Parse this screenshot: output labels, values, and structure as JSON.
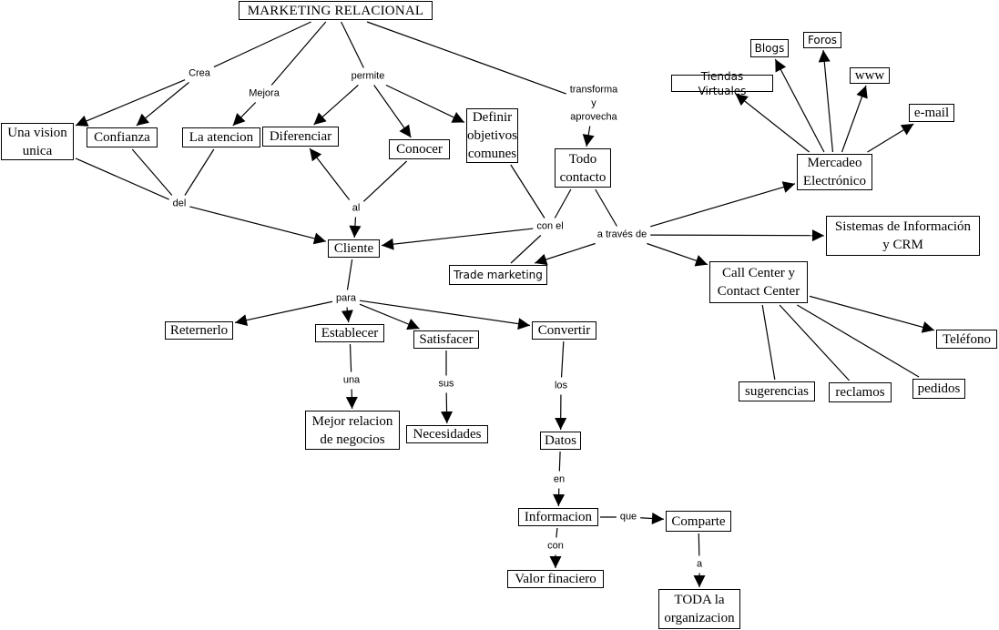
{
  "diagram": {
    "title": "MARKETING RELACIONAL",
    "nodes": {
      "marketing": "MARKETING RELACIONAL",
      "vision": "Una vision\nunica",
      "confianza": "Confianza",
      "atencion": "La atencion",
      "diferenciar": "Diferenciar",
      "conocer": "Conocer",
      "definir": "Definir\nobjetivos\ncomunes",
      "todo": "Todo\ncontacto",
      "cliente": "Cliente",
      "trade": "Trade marketing",
      "mercadeo": "Mercadeo\nElectrónico",
      "tiendas": "Tiendas Virtuales",
      "blogs": "Blogs",
      "foros": "Foros",
      "www": "www",
      "email": "e-mail",
      "sistemas": "Sistemas de Información\ny CRM",
      "callcenter": "Call Center y\nContact Center",
      "telefono": "Teléfono",
      "sugerencias": "sugerencias",
      "reclamos": "reclamos",
      "pedidos": "pedidos",
      "reternerlo": "Reternerlo",
      "establecer": "Establecer",
      "satisfacer": "Satisfacer",
      "convertir": "Convertir",
      "mejor": "Mejor relacion\nde negocios",
      "necesidades": "Necesidades",
      "datos": "Datos",
      "informacion": "Informacion",
      "comparte": "Comparte",
      "valor": "Valor finaciero",
      "toda": "TODA la\norganizacion"
    },
    "linking_phrases": {
      "crea": "Crea",
      "mejora": "Mejora",
      "permite": "permite",
      "transforma": "transforma\ny\naprovecha",
      "del": "del",
      "al": "al",
      "conel": "con el",
      "atraves": "a través de",
      "para": "para",
      "una": "una",
      "sus": "sus",
      "los": "los",
      "en": "en",
      "que": "que",
      "con": "con",
      "a": "a"
    },
    "connections": [
      {
        "from": "marketing",
        "to": "crea",
        "arrow": false
      },
      {
        "from": "crea",
        "to": "vision",
        "arrow": true
      },
      {
        "from": "crea",
        "to": "confianza",
        "arrow": true
      },
      {
        "from": "marketing",
        "to": "mejora",
        "arrow": false
      },
      {
        "from": "mejora",
        "to": "atencion",
        "arrow": true
      },
      {
        "from": "marketing",
        "to": "permite",
        "arrow": false
      },
      {
        "from": "permite",
        "to": "diferenciar",
        "arrow": true
      },
      {
        "from": "permite",
        "to": "conocer",
        "arrow": true
      },
      {
        "from": "permite",
        "to": "definir",
        "arrow": true
      },
      {
        "from": "marketing",
        "to": "transforma",
        "arrow": false
      },
      {
        "from": "transforma",
        "to": "todo",
        "arrow": true
      },
      {
        "from": "vision",
        "to": "del",
        "arrow": false
      },
      {
        "from": "confianza",
        "to": "del",
        "arrow": false
      },
      {
        "from": "atencion",
        "to": "del",
        "arrow": false
      },
      {
        "from": "del",
        "to": "cliente",
        "arrow": true
      },
      {
        "from": "conocer",
        "to": "al",
        "arrow": false
      },
      {
        "from": "al",
        "to": "diferenciar",
        "arrow": true
      },
      {
        "from": "al",
        "to": "cliente",
        "arrow": true
      },
      {
        "from": "definir",
        "to": "conel",
        "arrow": false
      },
      {
        "from": "todo",
        "to": "conel",
        "arrow": false
      },
      {
        "from": "trade",
        "to": "conel",
        "arrow": false
      },
      {
        "from": "conel",
        "to": "cliente",
        "arrow": true
      },
      {
        "from": "todo",
        "to": "atraves",
        "arrow": false
      },
      {
        "from": "atraves",
        "to": "trade",
        "arrow": true
      },
      {
        "from": "atraves",
        "to": "mercadeo",
        "arrow": true
      },
      {
        "from": "atraves",
        "to": "sistemas",
        "arrow": true
      },
      {
        "from": "atraves",
        "to": "callcenter",
        "arrow": true
      },
      {
        "from": "mercadeo",
        "to": "tiendas",
        "arrow": true
      },
      {
        "from": "mercadeo",
        "to": "blogs",
        "arrow": true
      },
      {
        "from": "mercadeo",
        "to": "foros",
        "arrow": true
      },
      {
        "from": "mercadeo",
        "to": "www",
        "arrow": true
      },
      {
        "from": "mercadeo",
        "to": "email",
        "arrow": true
      },
      {
        "from": "callcenter",
        "to": "telefono",
        "arrow": true
      },
      {
        "from": "callcenter",
        "to": "sugerencias",
        "arrow": false
      },
      {
        "from": "callcenter",
        "to": "reclamos",
        "arrow": false
      },
      {
        "from": "callcenter",
        "to": "pedidos",
        "arrow": false
      },
      {
        "from": "cliente",
        "to": "para",
        "arrow": false
      },
      {
        "from": "para",
        "to": "reternerlo",
        "arrow": true
      },
      {
        "from": "para",
        "to": "establecer",
        "arrow": true
      },
      {
        "from": "para",
        "to": "satisfacer",
        "arrow": true
      },
      {
        "from": "para",
        "to": "convertir",
        "arrow": true
      },
      {
        "from": "establecer",
        "to": "una",
        "arrow": false
      },
      {
        "from": "una",
        "to": "mejor",
        "arrow": true
      },
      {
        "from": "satisfacer",
        "to": "sus",
        "arrow": false
      },
      {
        "from": "sus",
        "to": "necesidades",
        "arrow": true
      },
      {
        "from": "convertir",
        "to": "los",
        "arrow": false
      },
      {
        "from": "los",
        "to": "datos",
        "arrow": true
      },
      {
        "from": "datos",
        "to": "en",
        "arrow": false
      },
      {
        "from": "en",
        "to": "informacion",
        "arrow": true
      },
      {
        "from": "informacion",
        "to": "que",
        "arrow": false
      },
      {
        "from": "que",
        "to": "comparte",
        "arrow": true
      },
      {
        "from": "informacion",
        "to": "con",
        "arrow": false
      },
      {
        "from": "con",
        "to": "valor",
        "arrow": true
      },
      {
        "from": "comparte",
        "to": "a",
        "arrow": false
      },
      {
        "from": "a",
        "to": "toda",
        "arrow": true
      }
    ]
  }
}
